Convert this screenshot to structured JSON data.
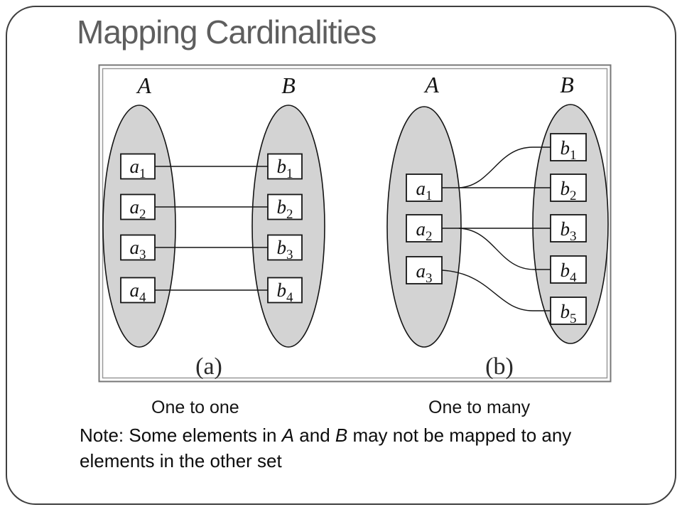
{
  "slide": {
    "title": "Mapping Cardinalities"
  },
  "figure": {
    "panels": [
      {
        "label": "(a)",
        "caption": "One to one",
        "set_a": {
          "name": "A",
          "items": [
            {
              "base": "a",
              "sub": "1"
            },
            {
              "base": "a",
              "sub": "2"
            },
            {
              "base": "a",
              "sub": "3"
            },
            {
              "base": "a",
              "sub": "4"
            }
          ]
        },
        "set_b": {
          "name": "B",
          "items": [
            {
              "base": "b",
              "sub": "1"
            },
            {
              "base": "b",
              "sub": "2"
            },
            {
              "base": "b",
              "sub": "3"
            },
            {
              "base": "b",
              "sub": "4"
            }
          ]
        },
        "mappings": [
          "a1-b1",
          "a2-b2",
          "a3-b3",
          "a4-b4"
        ]
      },
      {
        "label": "(b)",
        "caption": "One to many",
        "set_a": {
          "name": "A",
          "items": [
            {
              "base": "a",
              "sub": "1"
            },
            {
              "base": "a",
              "sub": "2"
            },
            {
              "base": "a",
              "sub": "3"
            }
          ]
        },
        "set_b": {
          "name": "B",
          "items": [
            {
              "base": "b",
              "sub": "1"
            },
            {
              "base": "b",
              "sub": "2"
            },
            {
              "base": "b",
              "sub": "3"
            },
            {
              "base": "b",
              "sub": "4"
            },
            {
              "base": "b",
              "sub": "5"
            }
          ]
        },
        "mappings": [
          "a1-b1",
          "a1-b2",
          "a2-b3",
          "a2-b4",
          "a3-b5"
        ]
      }
    ]
  },
  "note": {
    "line1_parts": [
      {
        "t": "Note: Some elements in "
      },
      {
        "t": "A",
        "italic": true
      },
      {
        "t": " and "
      },
      {
        "t": "B",
        "italic": true
      },
      {
        "t": " may not be mapped to any"
      }
    ],
    "line2": "elements in the other set"
  },
  "colors": {
    "title_text": "#5e5e5e",
    "ellipse_fill": "#d3d3d3",
    "shape_stroke": "#141414",
    "figure_border_outer": "#777777",
    "figure_border_inner": "#999999",
    "body_text": "#0d0d0d"
  }
}
